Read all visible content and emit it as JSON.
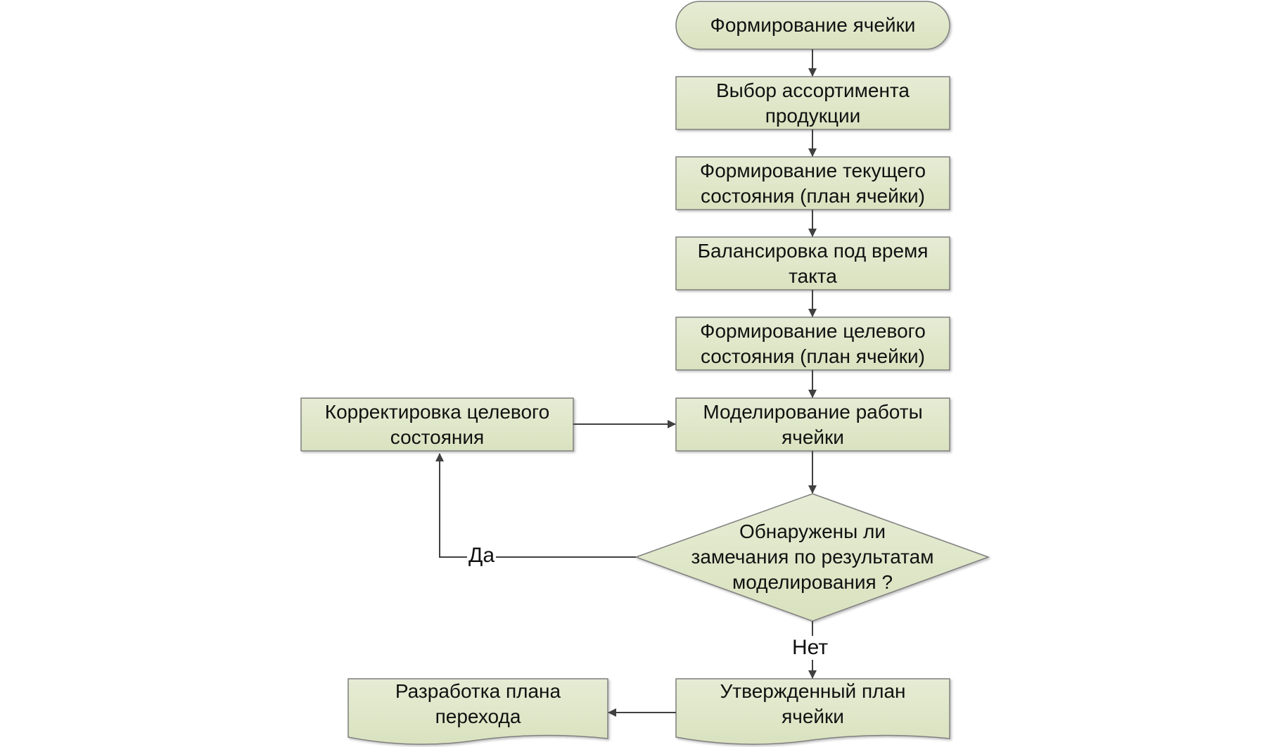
{
  "colors": {
    "fill": "#e3eacf",
    "fill_dark": "#d2dcb4",
    "stroke": "#7f7f7f",
    "line": "#404040"
  },
  "nodes": {
    "start": "Формирование ячейки",
    "select_assortment": "Выбор ассортимента\nпродукции",
    "current_state": "Формирование текущего\nсостояния (план ячейки)",
    "balancing": "Балансировка под время\nтакта",
    "target_state": "Формирование целевого\nсостояния (план ячейки)",
    "modeling": "Моделирование работы\nячейки",
    "correction": "Корректировка целевого\nсостояния",
    "decision": "Обнаружены ли\nзамечания по результатам\nмоделирования ?",
    "approved_plan": "Утвержденный план\nячейки",
    "transition_plan": "Разработка плана\nперехода"
  },
  "edges": {
    "yes": "Да",
    "no": "Нет"
  }
}
